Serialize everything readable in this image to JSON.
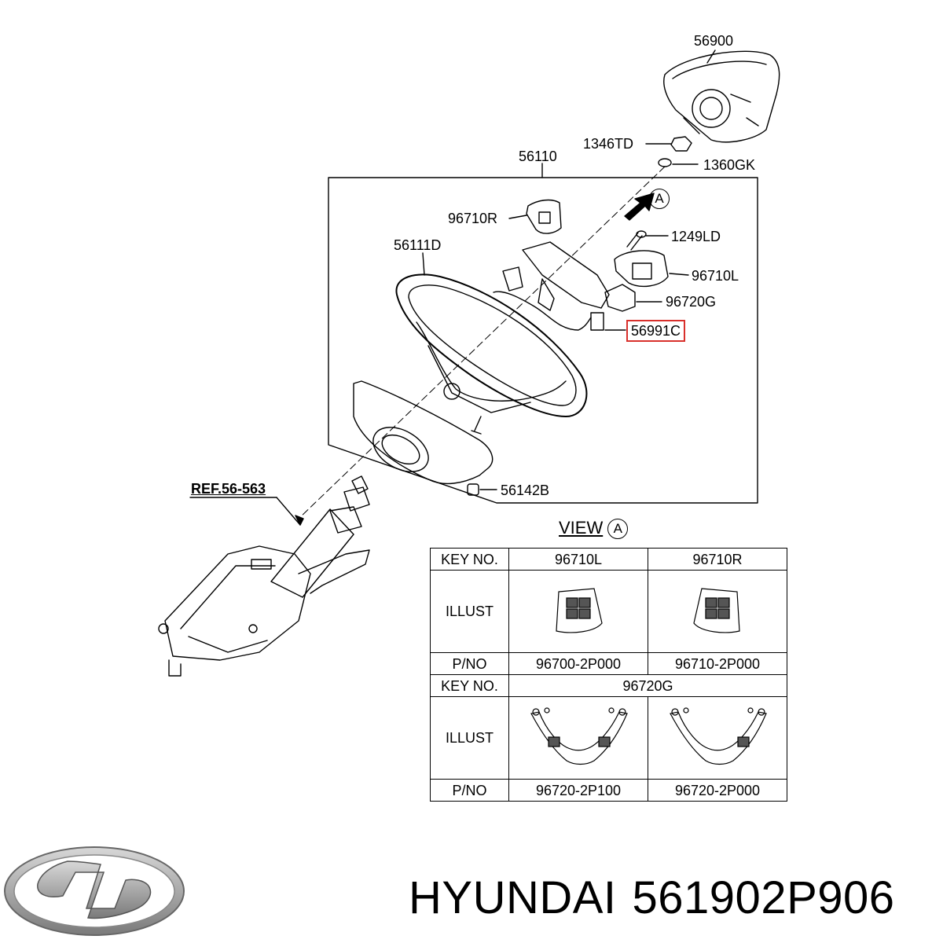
{
  "labels": {
    "p56900": "56900",
    "p1346td": "1346TD",
    "p56110": "56110",
    "p1360gk": "1360GK",
    "p96710r": "96710R",
    "view_marker": "A",
    "p1249ld": "1249LD",
    "p56111d": "56111D",
    "p96710l": "96710L",
    "p96720g": "96720G",
    "p56991c": "56991C",
    "p56142b": "56142B",
    "ref": "REF.56-563"
  },
  "view": {
    "title": "VIEW",
    "marker": "A"
  },
  "table": {
    "row1": {
      "head": "KEY NO.",
      "a": "96710L",
      "b": "96710R"
    },
    "row2": {
      "head": "ILLUST"
    },
    "row3": {
      "head": "P/NO",
      "a": "96700-2P000",
      "b": "96710-2P000"
    },
    "row4": {
      "head": "KEY NO.",
      "ab": "96720G"
    },
    "row5": {
      "head": "ILLUST"
    },
    "row6": {
      "head": "P/NO",
      "a": "96720-2P100",
      "b": "96720-2P000"
    }
  },
  "brand": {
    "name": "HYUNDAI",
    "part_number": "561902P906"
  },
  "colors": {
    "highlight": "#d9302c",
    "line": "#000000",
    "logo": "#9a9a9a"
  },
  "icons": [
    "hyundai-logo-icon"
  ]
}
